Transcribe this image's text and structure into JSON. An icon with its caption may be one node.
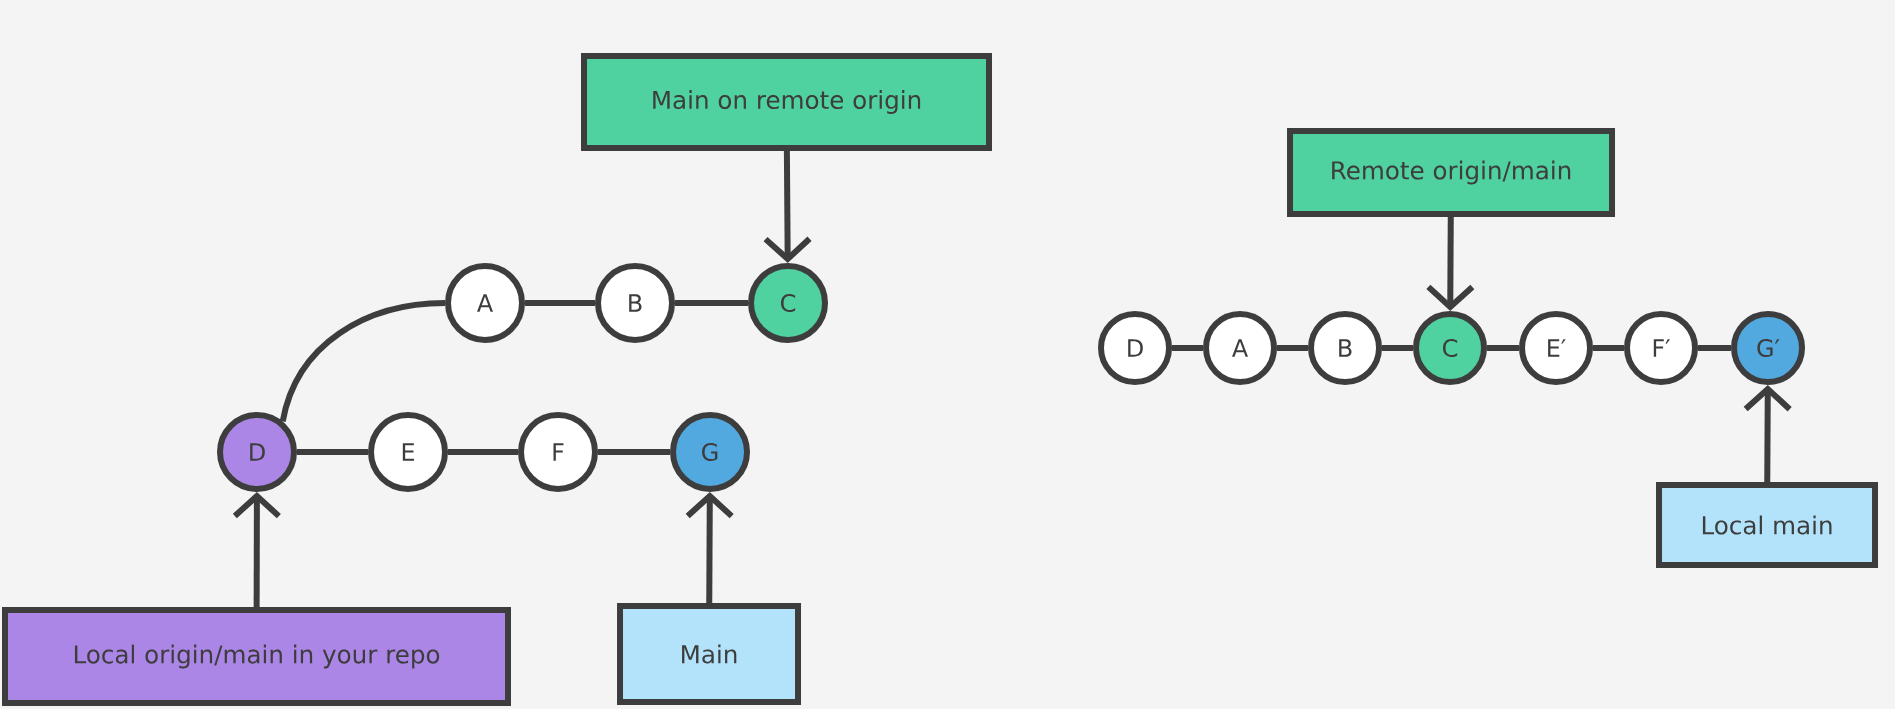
{
  "diagram": {
    "nodes": [
      {
        "text": [
          "Main on remote origin"
        ]
      },
      {
        "text": [
          "A"
        ]
      },
      {
        "text": [
          "B"
        ]
      },
      {
        "text": [
          "C"
        ]
      },
      {
        "text": [
          "D"
        ]
      },
      {
        "text": [
          "E"
        ]
      },
      {
        "text": [
          "F"
        ]
      },
      {
        "text": [
          "G"
        ]
      },
      {
        "text": [
          "Local origin/main in your repo"
        ]
      },
      {
        "text": [
          "Main"
        ]
      },
      {
        "text": [
          "Remote origin/main"
        ]
      },
      {
        "text": [
          "D"
        ]
      },
      {
        "text": [
          "A"
        ]
      },
      {
        "text": [
          "B"
        ]
      },
      {
        "text": [
          "C"
        ]
      },
      {
        "text": [
          "E′"
        ]
      },
      {
        "text": [
          "F′"
        ]
      },
      {
        "text": [
          "G′"
        ]
      },
      {
        "text": [
          "Local main"
        ]
      }
    ],
    "edges": [
      {
        "from": 0,
        "to": 3,
        "arrow": "to"
      },
      {
        "from": 4,
        "to": 1,
        "arrow": "none"
      },
      {
        "from": 1,
        "to": 2,
        "arrow": "none"
      },
      {
        "from": 2,
        "to": 3,
        "arrow": "none"
      },
      {
        "from": 4,
        "to": 5,
        "arrow": "none"
      },
      {
        "from": 5,
        "to": 6,
        "arrow": "none"
      },
      {
        "from": 6,
        "to": 7,
        "arrow": "none"
      },
      {
        "from": 8,
        "to": 4,
        "arrow": "to"
      },
      {
        "from": 9,
        "to": 7,
        "arrow": "to"
      },
      {
        "from": 10,
        "to": 14,
        "arrow": "to"
      },
      {
        "from": 11,
        "to": 12,
        "arrow": "none"
      },
      {
        "from": 12,
        "to": 13,
        "arrow": "none"
      },
      {
        "from": 13,
        "to": 14,
        "arrow": "none"
      },
      {
        "from": 14,
        "to": 15,
        "arrow": "none"
      },
      {
        "from": 15,
        "to": 16,
        "arrow": "none"
      },
      {
        "from": 16,
        "to": 17,
        "arrow": "none"
      },
      {
        "from": 18,
        "to": 17,
        "arrow": "to"
      }
    ]
  }
}
